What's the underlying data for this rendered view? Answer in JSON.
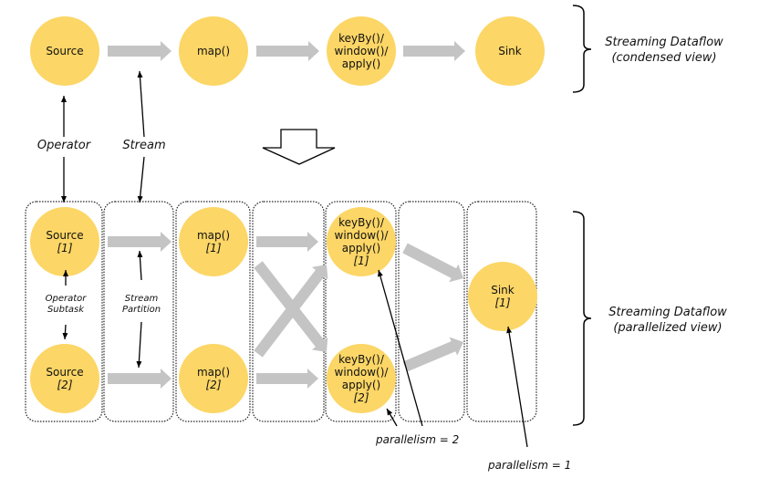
{
  "condensed": {
    "nodes": [
      {
        "id": "source",
        "lines": [
          "Source"
        ]
      },
      {
        "id": "map",
        "lines": [
          "map()"
        ]
      },
      {
        "id": "keyby",
        "lines": [
          "keyBy()/",
          "window()/",
          "apply()"
        ]
      },
      {
        "id": "sink",
        "lines": [
          "Sink"
        ]
      }
    ],
    "caption": [
      "Streaming Dataflow",
      "(condensed view)"
    ]
  },
  "annotations": {
    "operator": "Operator",
    "stream": "Stream",
    "operator_subtask": [
      "Operator",
      "Subtask"
    ],
    "stream_partition": [
      "Stream",
      "Partition"
    ],
    "parallelism_2": "parallelism = 2",
    "parallelism_1": "parallelism = 1"
  },
  "parallel": {
    "nodes": [
      {
        "id": "source-1",
        "lines": [
          "Source"
        ],
        "index": "[1]"
      },
      {
        "id": "source-2",
        "lines": [
          "Source"
        ],
        "index": "[2]"
      },
      {
        "id": "map-1",
        "lines": [
          "map()"
        ],
        "index": "[1]"
      },
      {
        "id": "map-2",
        "lines": [
          "map()"
        ],
        "index": "[2]"
      },
      {
        "id": "keyby-1",
        "lines": [
          "keyBy()/",
          "window()/",
          "apply()"
        ],
        "index": "[1]"
      },
      {
        "id": "keyby-2",
        "lines": [
          "keyBy()/",
          "window()/",
          "apply()"
        ],
        "index": "[2]"
      },
      {
        "id": "sink-1",
        "lines": [
          "Sink"
        ],
        "index": "[1]"
      }
    ],
    "caption": [
      "Streaming Dataflow",
      "(parallelized view)"
    ]
  },
  "colors": {
    "node_fill": "#fcd666",
    "flow_arrow": "#c4c4c4",
    "text": "#111111"
  }
}
